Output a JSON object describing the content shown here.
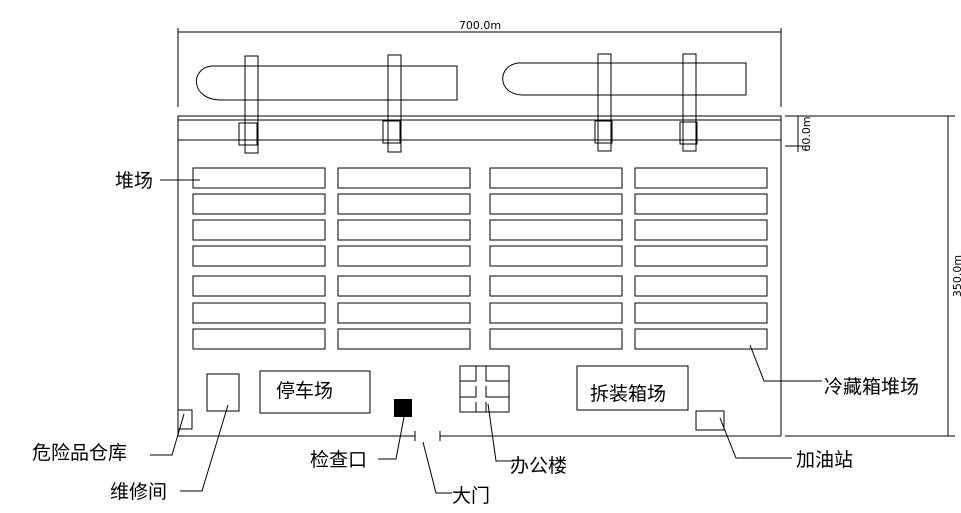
{
  "dimensions": {
    "width": "700.0m",
    "quay_depth": "60.0m",
    "height": "350.0m"
  },
  "labels": {
    "yard": "堆场",
    "reefer_yard": "冷藏箱堆场",
    "parking": "停车场",
    "devanning": "拆装箱场",
    "hazmat": "危险品仓库",
    "repair": "维修间",
    "checkpoint": "检查口",
    "office": "办公楼",
    "gate": "大门",
    "fuel": "加油站"
  },
  "colors": {
    "line": "#000000",
    "background": "#ffffff"
  }
}
